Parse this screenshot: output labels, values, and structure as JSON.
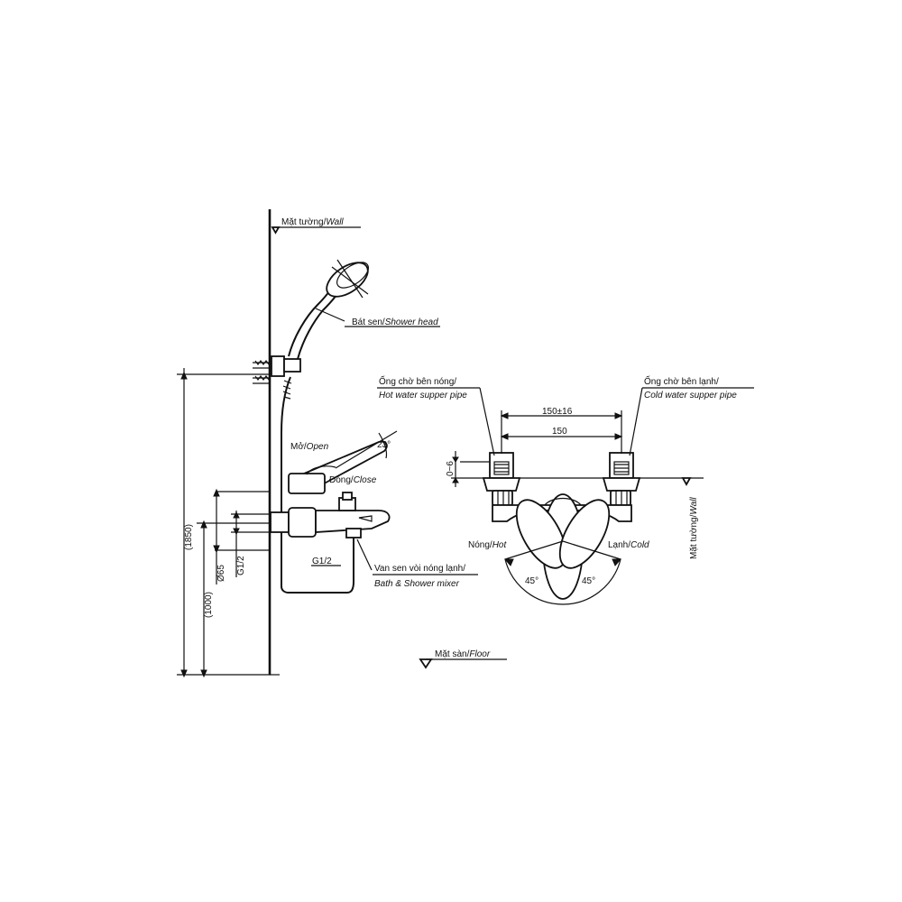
{
  "labels": {
    "wall_top_vi": "Mặt tường/",
    "wall_top_en": "Wall",
    "shower_head_vi": "Bát sen/",
    "shower_head_en": "Shower head",
    "open_vi": "Mở/",
    "open_en": "Open",
    "close_vi": "Đóng/",
    "close_en": "Close",
    "mixer_vi": "Van sen vòi nóng lạnh/",
    "mixer_en": "Bath & Shower mixer",
    "floor_vi": "Mặt sàn/",
    "floor_en": "Floor",
    "hot_pipe_vi": "Ống chờ bên nóng/",
    "hot_pipe_en": "Hot water supper pipe",
    "cold_pipe_vi": "Ống chờ bên lạnh/",
    "cold_pipe_en": "Cold water supper pipe",
    "hot_vi": "Nóng/",
    "hot_en": "Hot",
    "cold_vi": "Lạnh/",
    "cold_en": "Cold",
    "wall_right_vi": "Mặt tường/",
    "wall_right_en": "Wall"
  },
  "dimensions": {
    "total_height": "(1850)",
    "mixer_height": "(1000)",
    "diameter": "Ø65",
    "thread_left": "G1/2",
    "thread_bottom": "G1/2",
    "angle_open": "23°",
    "pipe_spacing_tol": "150±16",
    "pipe_spacing": "150",
    "offset": "0~6",
    "angle_left": "45°",
    "angle_right": "45°"
  }
}
